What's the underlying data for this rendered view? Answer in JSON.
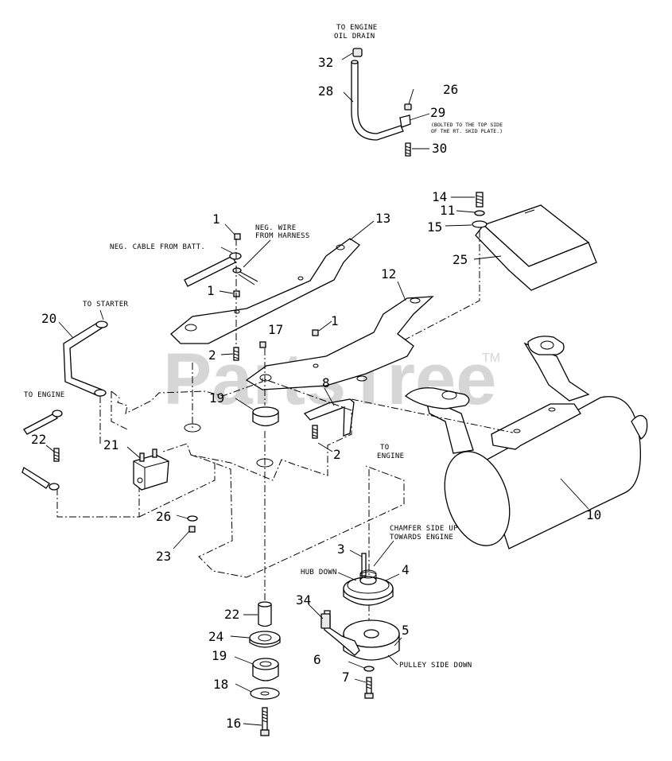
{
  "watermark": {
    "text": "PartsTree",
    "tm": "TM"
  },
  "notes": {
    "to_engine_oil_drain_1": "TO ENGINE",
    "to_engine_oil_drain_2": "OIL DRAIN",
    "bolted_1": "(BOLTED TO THE TOP SIDE",
    "bolted_2": "OF THE RT. SKID PLATE.)",
    "neg_wire_1": "NEG. WIRE",
    "neg_wire_2": "FROM HARNESS",
    "neg_cable": "NEG. CABLE FROM BATT.",
    "to_starter": "TO STARTER",
    "to_engine_left": "TO ENGINE",
    "to_engine_center_1": "TO",
    "to_engine_center_2": "ENGINE",
    "chamfer_1": "CHAMFER SIDE UP",
    "chamfer_2": "TOWARDS ENGINE",
    "hub_down": "HUB DOWN",
    "pulley_side_down": "PULLEY SIDE DOWN"
  },
  "callouts": {
    "c32": "32",
    "c28": "28",
    "c26a": "26",
    "c29": "29",
    "c30": "30",
    "c14": "14",
    "c11": "11",
    "c15": "15",
    "c25": "25",
    "c1a": "1",
    "c1b": "1",
    "c1c": "1",
    "c13": "13",
    "c12": "12",
    "c17": "17",
    "c2a": "2",
    "c2b": "2",
    "c8": "8",
    "c19a": "19",
    "c20": "20",
    "c22a": "22",
    "c21": "21",
    "c26b": "26",
    "c23": "23",
    "c10": "10",
    "c3": "3",
    "c4": "4",
    "c34": "34",
    "c5": "5",
    "c6": "6",
    "c7": "7",
    "c22b": "22",
    "c24": "24",
    "c19b": "19",
    "c18": "18",
    "c16": "16"
  }
}
